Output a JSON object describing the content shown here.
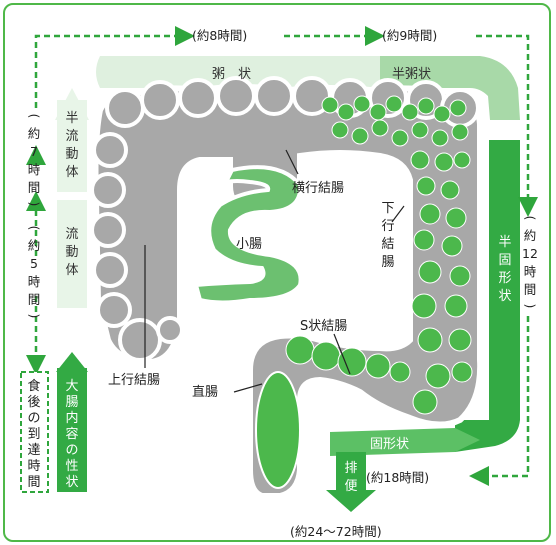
{
  "colors": {
    "frame": "#4fb848",
    "green_dark": "#33aa44",
    "green_mid": "#55bb5f",
    "green_light": "#c5e8c5",
    "green_pale": "#e8f5e8",
    "colon_gray": "#a6a6a6",
    "colon_edge": "#8c8c8c",
    "arrow_dash": "#2fa63c"
  },
  "times": {
    "t8": "(約8時間)",
    "t9": "(約9時間)",
    "t18": "(約18時間)",
    "t24_72": "(約24〜72時間)",
    "t7": [
      "(",
      "約",
      "7",
      "時",
      "間",
      ")"
    ],
    "t5": [
      "(",
      "約",
      "5",
      "時",
      "間",
      ")"
    ],
    "t12": [
      "(",
      "約",
      "12",
      "時",
      "間",
      ")"
    ]
  },
  "states": {
    "kayu": "粥　状",
    "hankayu": "半粥状",
    "han_ryudo": [
      "半",
      "流",
      "動",
      "体"
    ],
    "ryudo": [
      "流",
      "動",
      "体"
    ],
    "han_kokei": [
      "半",
      "固",
      "形",
      "状"
    ],
    "kokei": "固形状",
    "haiben": [
      "排",
      "便"
    ]
  },
  "legend": {
    "arrival": [
      "食",
      "後",
      "の",
      "到",
      "達",
      "時",
      "間"
    ],
    "content": [
      "大",
      "腸",
      "内",
      "容",
      "の",
      "性",
      "状"
    ]
  },
  "parts": {
    "small_intestine": "小腸",
    "transverse": "横行結腸",
    "descending": [
      "下",
      "行",
      "結",
      "腸"
    ],
    "sigmoid": "S状結腸",
    "ascending": "上行結腸",
    "rectum": "直腸"
  }
}
